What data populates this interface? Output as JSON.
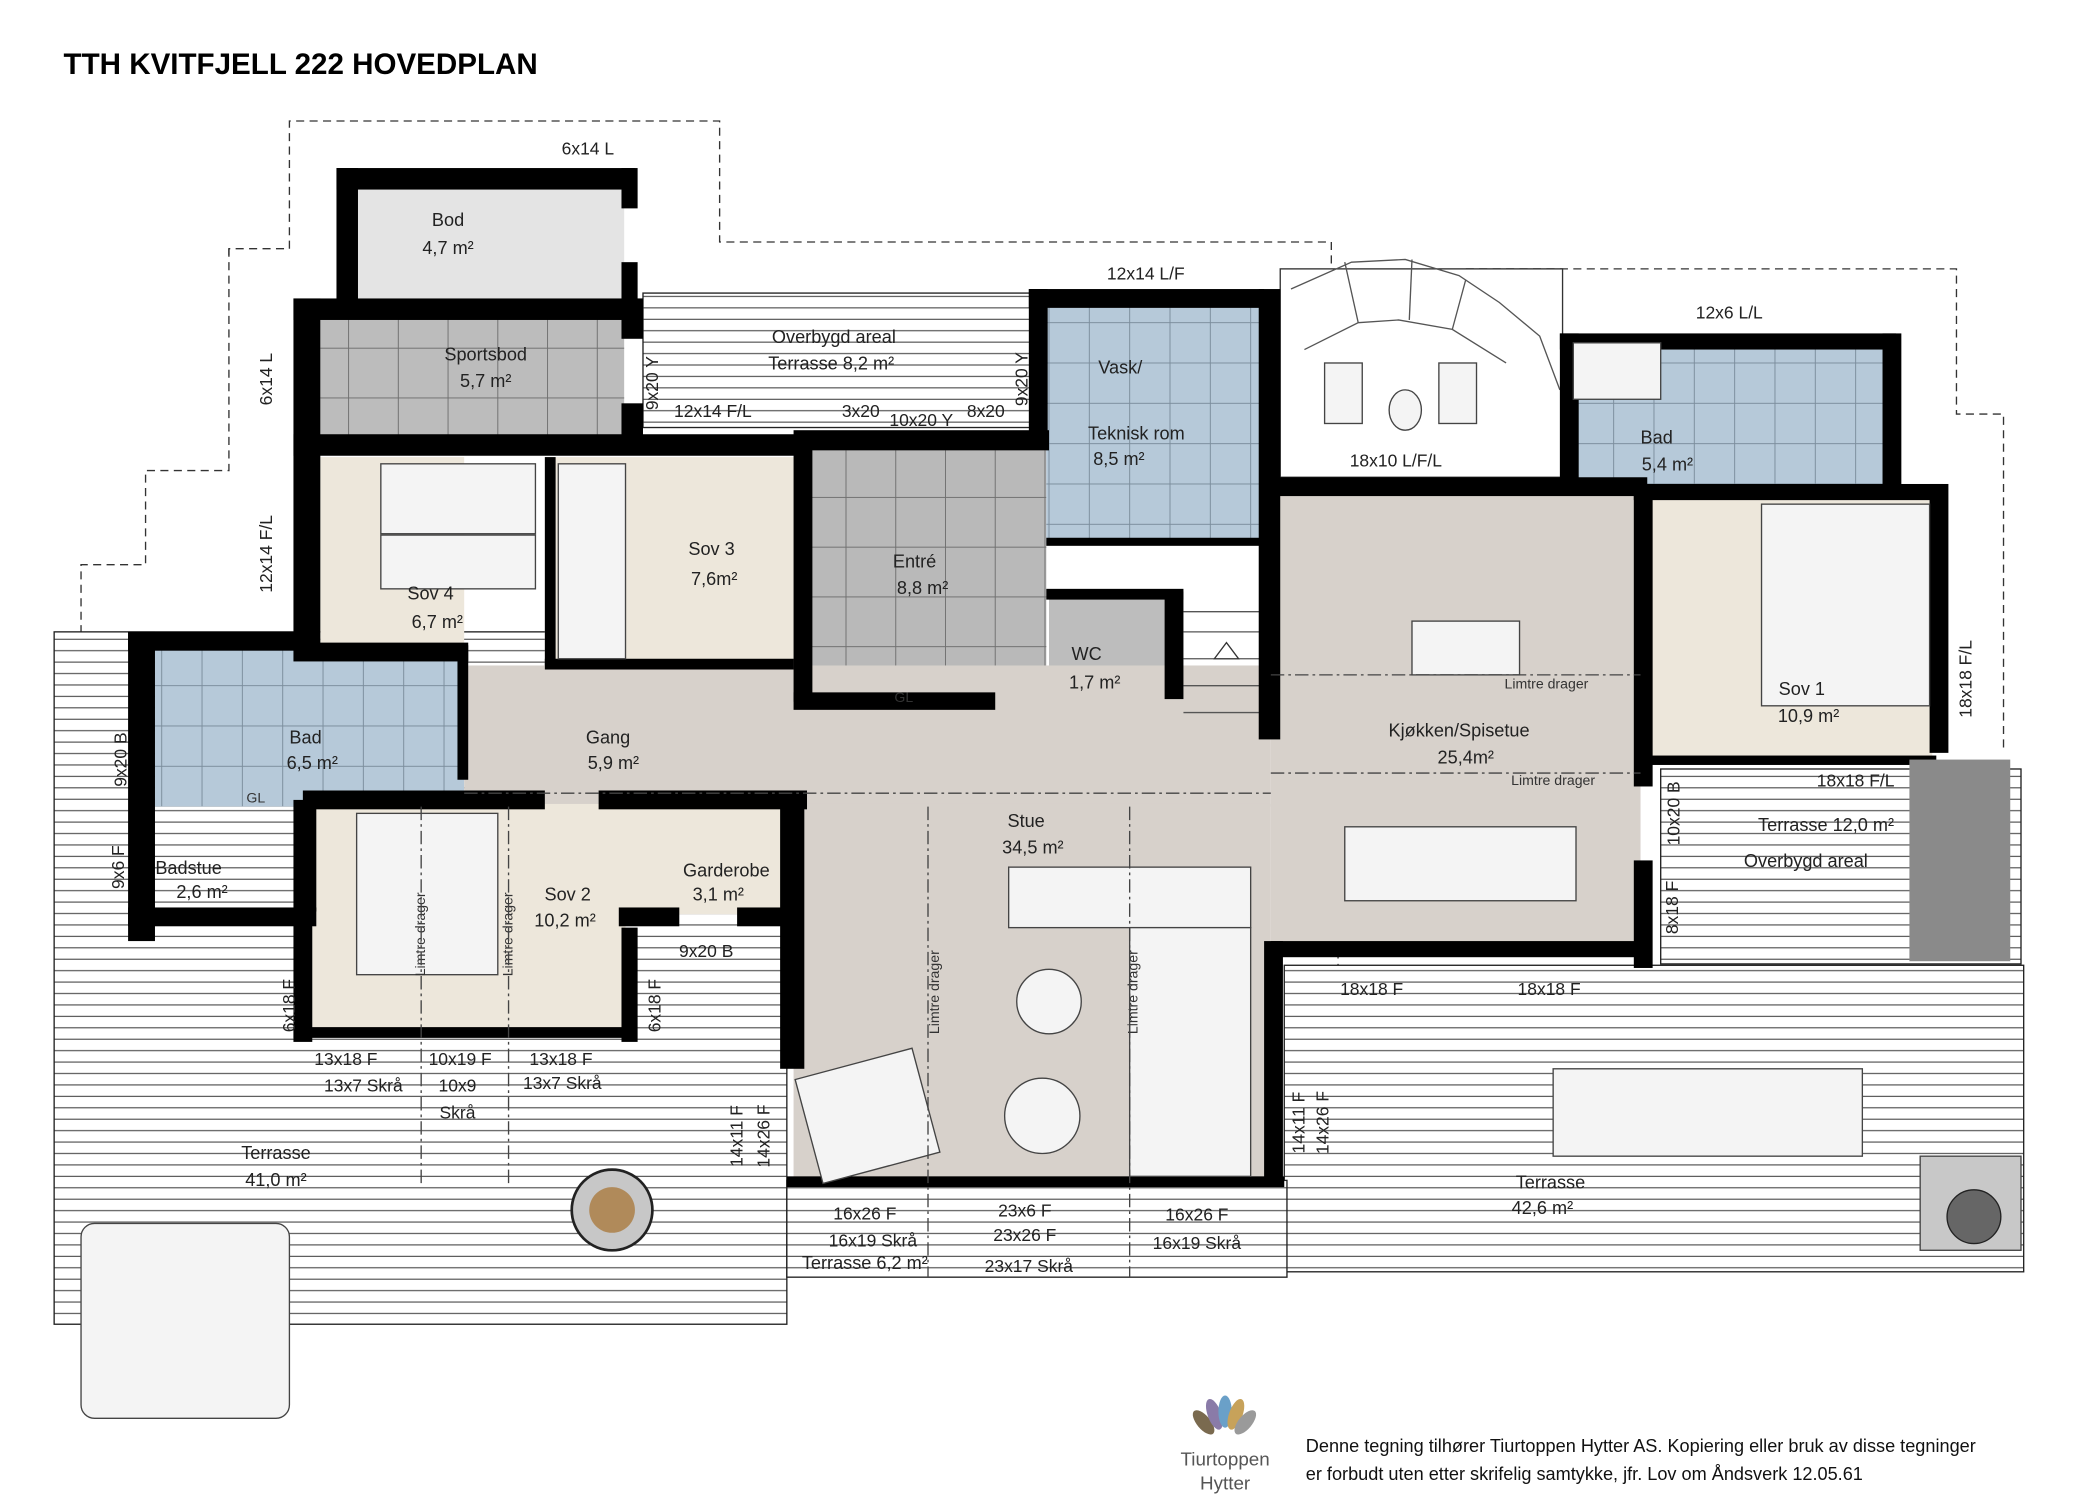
{
  "title": "TTH KVITFJELL 222  HOVEDPLAN",
  "rooms": {
    "bod": {
      "name": "Bod",
      "area": "4,7 m²"
    },
    "sportsbod": {
      "name": "Sportsbod",
      "area": "5,7 m²"
    },
    "overbygd_top": {
      "name": "Overbygd areal",
      "area": "Terrasse 8,2 m²"
    },
    "vask": {
      "name1": "Vask/",
      "name2": "Teknisk rom",
      "area": "8,5 m²"
    },
    "bad_right": {
      "name": "Bad",
      "area": "5,4 m²"
    },
    "sov3": {
      "name": "Sov 3",
      "area": "7,6m²"
    },
    "entre": {
      "name": "Entré",
      "area": "8,8 m²"
    },
    "sov4": {
      "name": "Sov 4",
      "area": "6,7 m²"
    },
    "wc": {
      "name": "WC",
      "area": "1,7 m²"
    },
    "sov1": {
      "name": "Sov 1",
      "area": "10,9 m²"
    },
    "kjokken": {
      "name": "Kjøkken/Spisetue",
      "area": "25,4m²"
    },
    "bad_left": {
      "name": "Bad",
      "area": "6,5 m²"
    },
    "gang": {
      "name": "Gang",
      "area": "5,9 m²"
    },
    "terrasse_small": {
      "name": "Terrasse  12,0 m²",
      "sub": "Overbygd areal"
    },
    "stue": {
      "name": "Stue",
      "area": "34,5 m²"
    },
    "garderobe": {
      "name": "Garderobe",
      "area": "3,1 m²"
    },
    "sov2": {
      "name": "Sov 2",
      "area": "10,2 m²"
    },
    "badstue": {
      "name": "Badstue",
      "area": "2,6 m²"
    },
    "terrasse_left": {
      "name": "Terrasse",
      "area": "41,0 m²"
    },
    "terrasse_right": {
      "name": "Terrasse",
      "area": "42,6 m²"
    },
    "terrasse_front": {
      "name": "Terrasse 6,2 m²"
    }
  },
  "labels": {
    "gl": "GL",
    "limtre": "Limtre drager"
  },
  "openings": [
    "6x14 L",
    "6x14 L",
    "12x14 F/L",
    "9x20 Y",
    "9x20 Y",
    "12x14 F/L",
    "3x20",
    "10x20 Y",
    "8x20",
    "12x14 L/F",
    "18x10 L/F/L",
    "12x6 L/L",
    "18x18 F/L",
    "9x20 B",
    "18x18 F/L",
    "10x20 B",
    "8x18 F",
    "9x20 B",
    "6x18 F",
    "6x18 F",
    "18x18 F",
    "18x18 F",
    "13x18 F",
    "10x19 F",
    "13x18 F",
    "13x7 Skrå",
    "10x9",
    "13x7 Skrå",
    "Skrå",
    "14x11 F",
    "14x26 F",
    "14x11 F",
    "14x26 F",
    "16x26 F",
    "23x6 F",
    "16x26 F",
    "16x19 Skrå",
    "23x26 F",
    "16x19 Skrå",
    "9x6 F",
    "23x17 Skrå"
  ],
  "footer": {
    "logo_line1": "Tiurtoppen",
    "logo_line2": "Hytter",
    "copyright_line1": "Denne tegning tilhører Tiurtoppen Hytter AS. Kopiering eller bruk av disse tegninger",
    "copyright_line2": "er forbudt uten etter skrifelig  samtykke, jfr. Lov om Åndsverk 12.05.61"
  },
  "colors": {
    "wall": "#000000",
    "bedroom": "#ede7db",
    "bath": "#b6c9d9",
    "tile_grey": "#b9b9b9",
    "living": "#d7d1cb"
  }
}
